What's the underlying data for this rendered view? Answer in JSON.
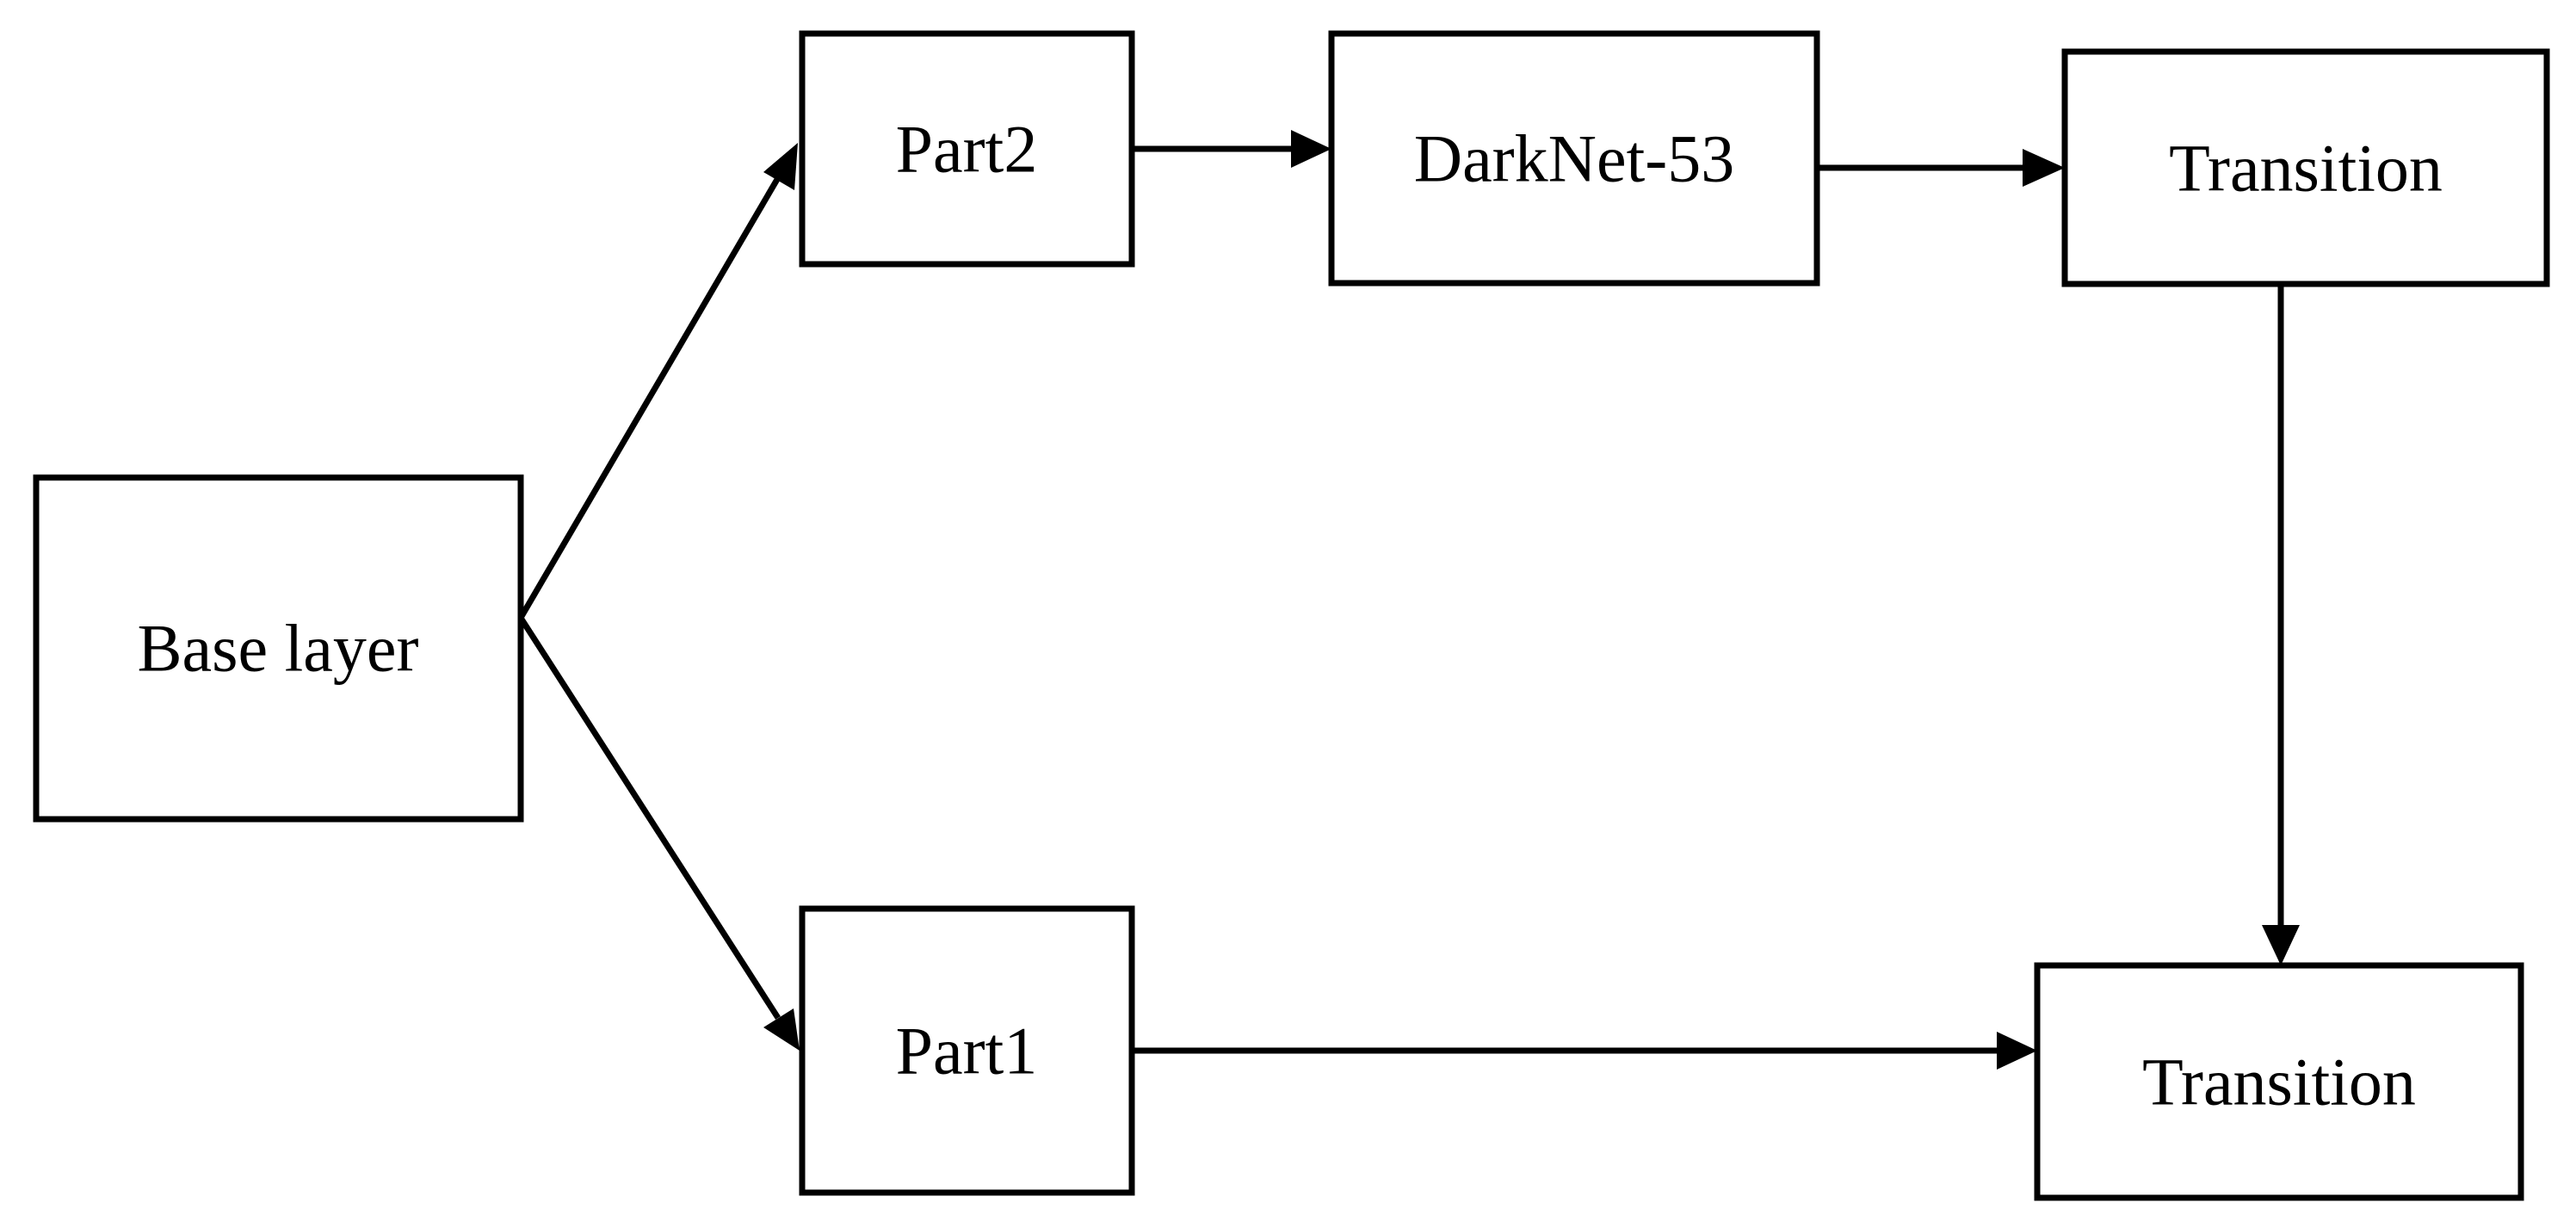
{
  "diagram": {
    "nodes": {
      "base_layer": "Base layer",
      "part2": "Part2",
      "darknet": "DarkNet-53",
      "transition_top": "Transition",
      "part1": "Part1",
      "transition_bottom": "Transition"
    },
    "edges": [
      {
        "from": "base_layer",
        "to": "part2"
      },
      {
        "from": "base_layer",
        "to": "part1"
      },
      {
        "from": "part2",
        "to": "darknet"
      },
      {
        "from": "darknet",
        "to": "transition_top"
      },
      {
        "from": "transition_top",
        "to": "transition_bottom"
      },
      {
        "from": "part1",
        "to": "transition_bottom"
      }
    ]
  }
}
